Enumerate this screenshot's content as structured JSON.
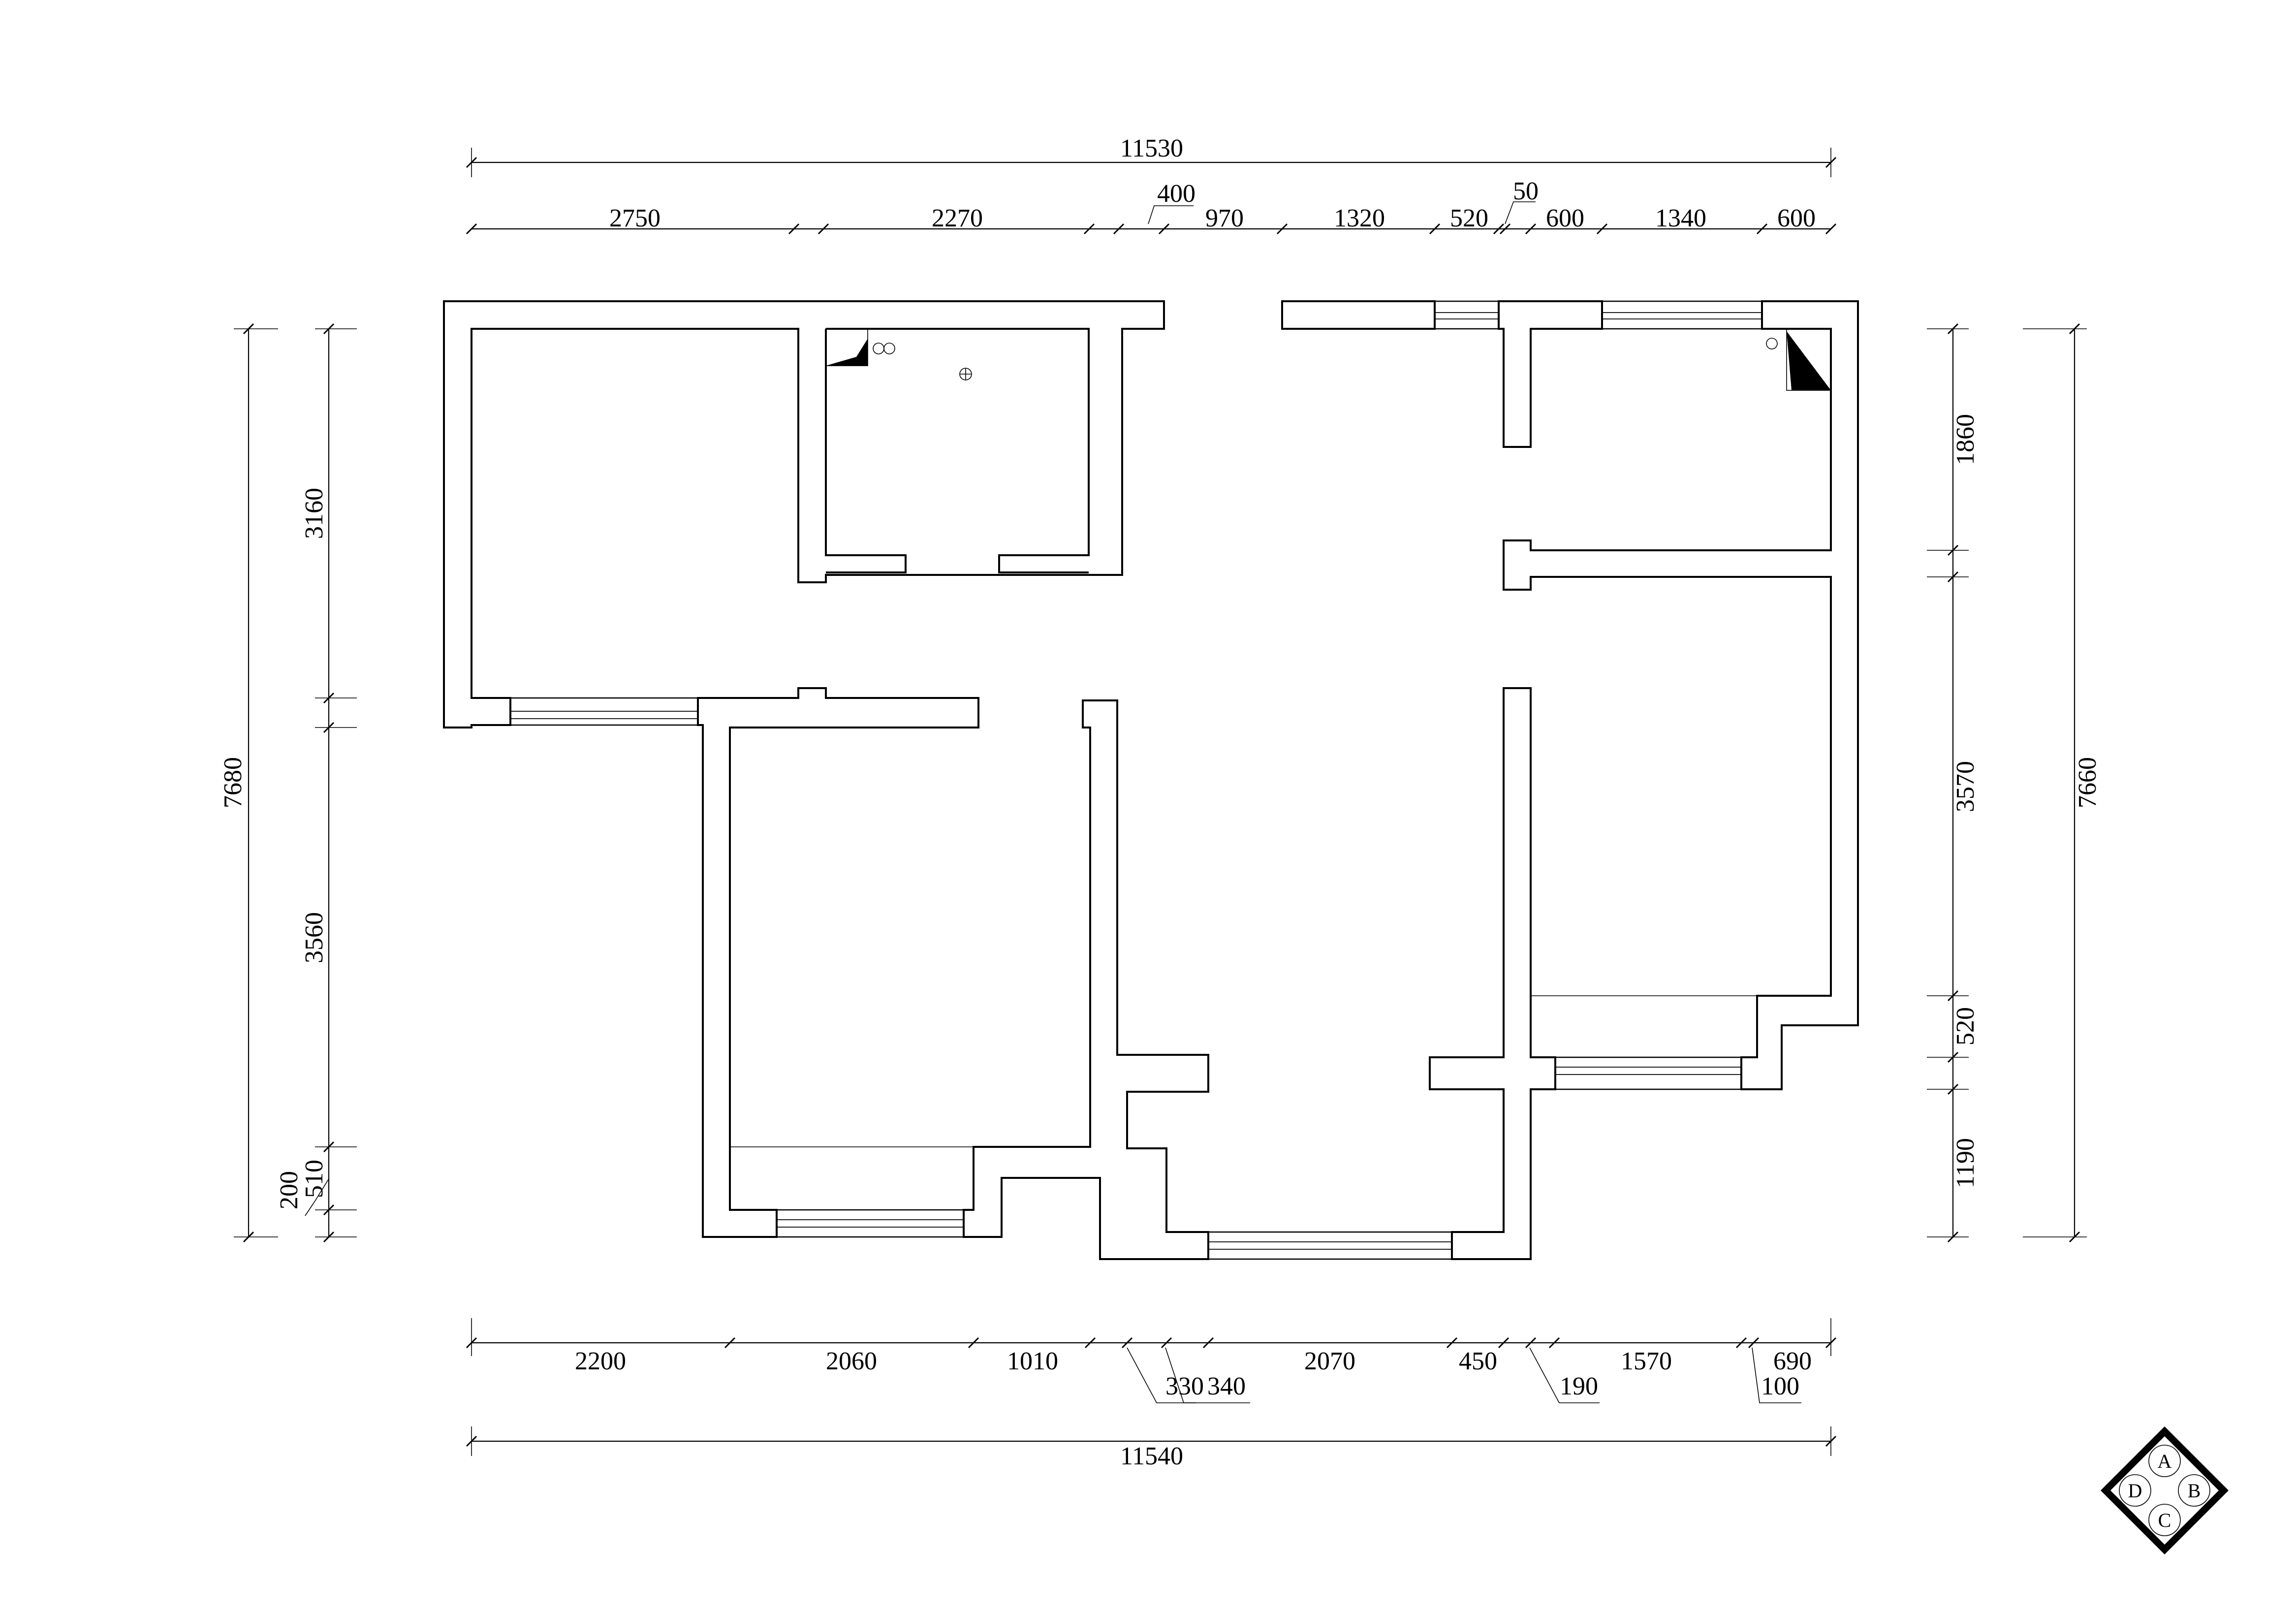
{
  "dimensions": {
    "top_total": "11530",
    "top_segments": [
      "2750",
      "2270",
      "400",
      "970",
      "1320",
      "520",
      "50",
      "600",
      "1340",
      "600"
    ],
    "bottom_total": "11540",
    "bottom_segments": [
      "2200",
      "2060",
      "1010",
      "330",
      "340",
      "2070",
      "450",
      "190",
      "1570",
      "100",
      "690"
    ],
    "left_total": "7680",
    "left_segments": [
      "3160",
      "3560",
      "510",
      "200"
    ],
    "right_total": "7660",
    "right_segments": [
      "1860",
      "3570",
      "520",
      "1190"
    ]
  },
  "compass": {
    "labels": [
      "A",
      "B",
      "C",
      "D"
    ]
  }
}
